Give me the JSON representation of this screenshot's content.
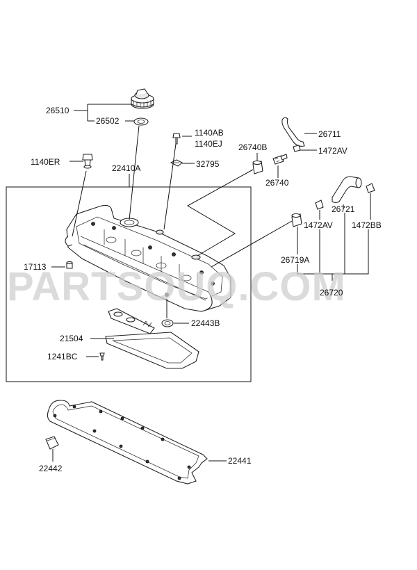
{
  "watermark": "PARTSOUQ.COM",
  "labels": {
    "l_26510": "26510",
    "l_26502": "26502",
    "l_1140AB": "1140AB",
    "l_1140EJ": "1140EJ",
    "l_26740B": "26740B",
    "l_26711": "26711",
    "l_1472AV_top": "1472AV",
    "l_1140ER": "1140ER",
    "l_22410A": "22410A",
    "l_32795": "32795",
    "l_26740": "26740",
    "l_26721": "26721",
    "l_1472AV_mid": "1472AV",
    "l_1472BB": "1472BB",
    "l_17113": "17113",
    "l_26719A": "26719A",
    "l_26720": "26720",
    "l_22443B": "22443B",
    "l_21504": "21504",
    "l_1241BC": "1241BC",
    "l_22441": "22441",
    "l_22442": "22442"
  }
}
